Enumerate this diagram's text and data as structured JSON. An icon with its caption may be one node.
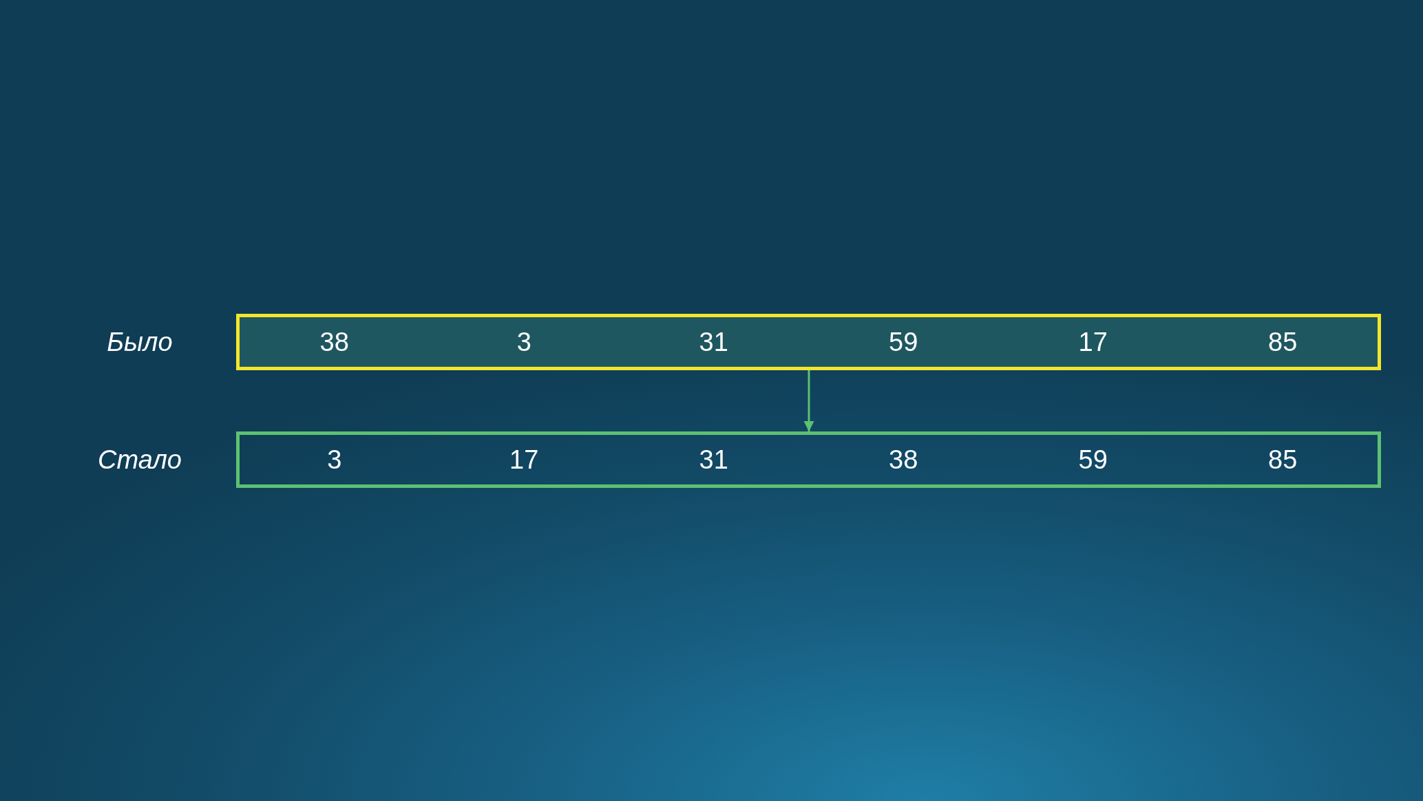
{
  "diagram": {
    "nodes": [
      {
        "text": [
          "38",
          "3",
          "31",
          "59",
          "17",
          "85"
        ],
        "beside": [
          "Было"
        ]
      },
      {
        "text": [
          "3",
          "17",
          "31",
          "38",
          "59",
          "85"
        ],
        "beside": [
          "Стало"
        ]
      }
    ],
    "edges": [
      {
        "from": 0,
        "to": 1,
        "arrow": "to"
      }
    ]
  }
}
